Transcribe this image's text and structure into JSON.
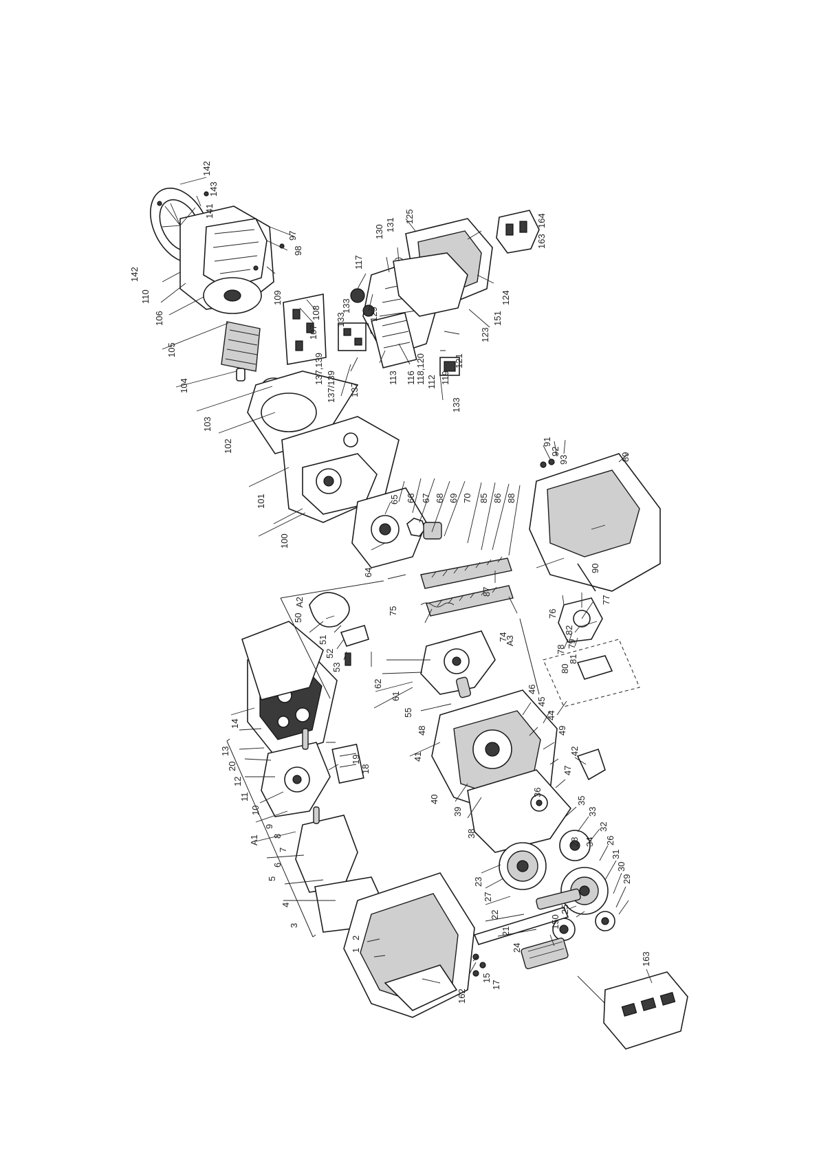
{
  "diagram": {
    "groups": {
      "a1": "A1",
      "a2": "A2",
      "a3": "A3"
    },
    "labels": {
      "l1": "1",
      "l2": "2",
      "l3": "3",
      "l4": "4",
      "l5": "5",
      "l6": "6",
      "l7": "7",
      "l8": "8",
      "l9": "9",
      "l10": "10",
      "l11": "11",
      "l12": "12",
      "l13": "13",
      "l14": "14",
      "l15": "15",
      "l17": "17",
      "l18": "18",
      "l19": "19",
      "l20": "20",
      "l21": "21",
      "l22": "22",
      "l23": "23",
      "l24": "24",
      "l25": "25",
      "l26": "26",
      "l27": "27",
      "l28": "28",
      "l29": "29",
      "l30": "30",
      "l31": "31",
      "l32": "32",
      "l33": "33",
      "l34": "34",
      "l35": "35",
      "l36": "36",
      "l38": "38",
      "l39": "39",
      "l40": "40",
      "l41": "41",
      "l42": "42",
      "l44": "44",
      "l45": "45",
      "l46": "46",
      "l47": "47",
      "l48": "48",
      "l49": "49",
      "l50": "50",
      "l51": "51",
      "l52": "52",
      "l53": "53",
      "l55": "55",
      "l61": "61",
      "l62": "62",
      "l64": "64",
      "l65": "65",
      "l66": "66",
      "l67": "67",
      "l68": "68",
      "l69": "69",
      "l70": "70",
      "l74": "74",
      "l75": "75",
      "l76": "76",
      "l77": "77",
      "l78": "78",
      "l79": "79",
      "l80": "80",
      "l81": "81",
      "l82": "82",
      "l85": "85",
      "l86": "86",
      "l87": "87",
      "l88": "88",
      "l89": "89",
      "l90": "90",
      "l91": "91",
      "l92": "92",
      "l93": "93",
      "l97": "97",
      "l98": "98",
      "l100": "100",
      "l101": "101",
      "l102": "102",
      "l103": "103",
      "l104": "104",
      "l105": "105",
      "l106": "106",
      "l107": "107",
      "l108": "108",
      "l109": "109",
      "l110": "110",
      "l112": "112",
      "l113": "113",
      "l116": "116",
      "l117": "117",
      "l118_120": "118,120",
      "l119": "119",
      "l121": "121",
      "l123": "123",
      "l124": "124",
      "l125": "125",
      "l129": "129",
      "l130": "130",
      "l131": "131",
      "l133a": "133",
      "l133b": "133",
      "l133c": "133",
      "l137": "137",
      "l137_139a": "137,139",
      "l137_139b": "137/139",
      "l141": "141",
      "l142a": "142",
      "l142b": "142",
      "l143": "143",
      "l150": "150",
      "l151": "151",
      "l162": "162",
      "l163a": "163",
      "l163b": "163",
      "l164": "164"
    }
  }
}
